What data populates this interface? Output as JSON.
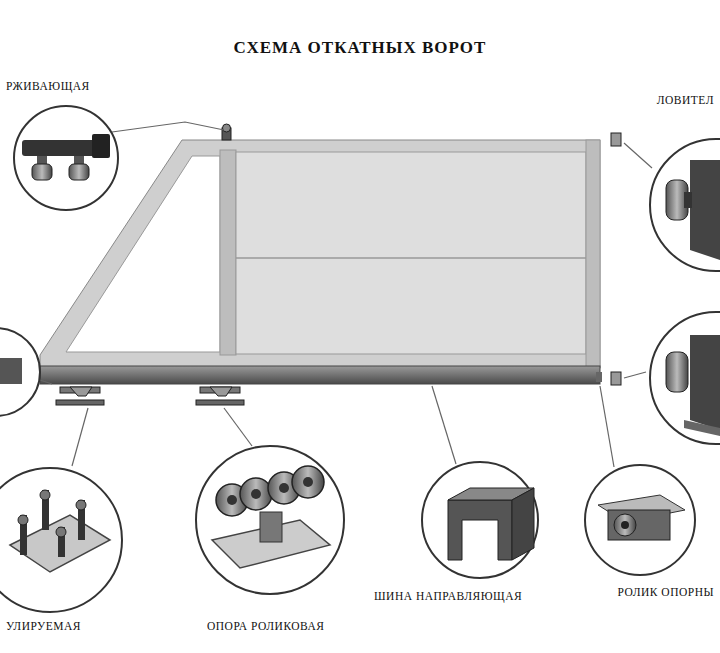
{
  "diagram": {
    "title": "СХЕМА ОТКАТНЫХ ВОРОТ",
    "labels": [
      "РЖИВАЮЩАЯ",
      "ЛОВИТЕЛ",
      "УЛИРУЕМАЯ",
      "ОПОРА РОЛИКОВАЯ",
      "ШИНА НАПРАВЛЯЮЩАЯ",
      "РОЛИК ОПОРНЫ"
    ]
  }
}
